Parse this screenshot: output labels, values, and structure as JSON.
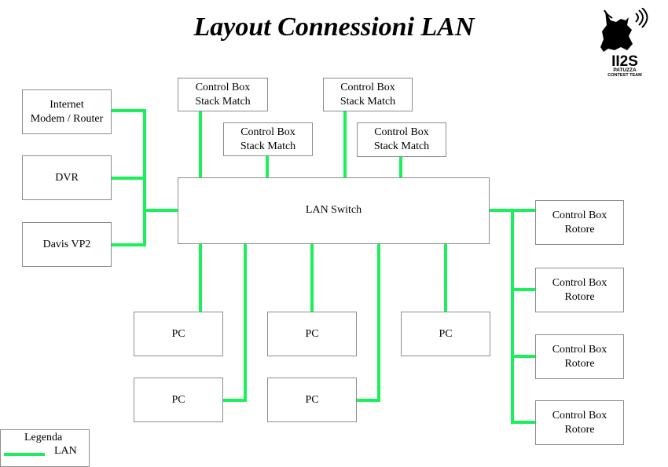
{
  "title": "Layout Connessioni LAN",
  "colors": {
    "lan": "#19f05a",
    "border": "#8c8c8c"
  },
  "switch": {
    "label": "LAN Switch"
  },
  "left_devices": [
    {
      "lines": [
        "Internet",
        "Modem / Router"
      ]
    },
    {
      "lines": [
        "DVR"
      ]
    },
    {
      "lines": [
        "Davis VP2"
      ]
    }
  ],
  "stack_match": [
    {
      "lines": [
        "Control Box",
        "Stack Match"
      ]
    },
    {
      "lines": [
        "Control Box",
        "Stack Match"
      ]
    },
    {
      "lines": [
        "Control Box",
        "Stack Match"
      ]
    },
    {
      "lines": [
        "Control Box",
        "Stack Match"
      ]
    }
  ],
  "rotore": [
    {
      "lines": [
        "Control Box",
        "Rotore"
      ]
    },
    {
      "lines": [
        "Control Box",
        "Rotore"
      ]
    },
    {
      "lines": [
        "Control Box",
        "Rotore"
      ]
    },
    {
      "lines": [
        "Control Box",
        "Rotore"
      ]
    }
  ],
  "pcs": [
    {
      "label": "PC"
    },
    {
      "label": "PC"
    },
    {
      "label": "PC"
    },
    {
      "label": "PC"
    },
    {
      "label": "PC"
    }
  ],
  "legend": {
    "title": "Legenda",
    "item": "LAN"
  },
  "logo": {
    "icon": "bull-with-radio-waves-icon",
    "callsign": "II2S",
    "name": "PATUZZA",
    "subtitle": "CONTEST TEAM"
  }
}
